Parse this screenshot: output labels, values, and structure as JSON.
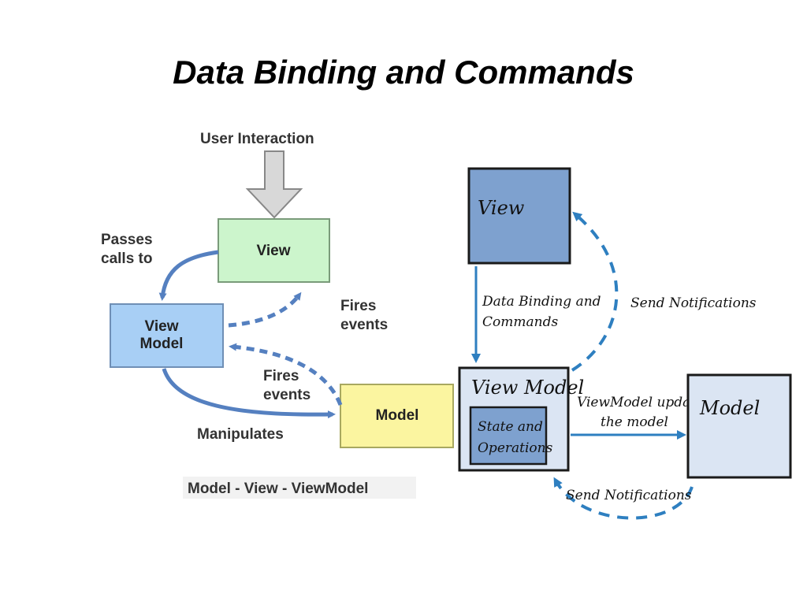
{
  "title": "Data Binding and Commands",
  "left_diagram": {
    "caption": "Model - View - ViewModel",
    "user_interaction": "User Interaction",
    "view": "View",
    "viewmodel_line1": "View",
    "viewmodel_line2": "Model",
    "model": "Model",
    "passes_calls_line1": "Passes",
    "passes_calls_line2": "calls to",
    "fires_events_1_line1": "Fires",
    "fires_events_1_line2": "events",
    "fires_events_2_line1": "Fires",
    "fires_events_2_line2": "events",
    "manipulates": "Manipulates",
    "colors": {
      "view": "#ccf5cc",
      "viewmodel": "#a8cff5",
      "model": "#fbf5a0",
      "arrow": "#5580c0"
    }
  },
  "right_diagram": {
    "view": "View",
    "viewmodel": "View Model",
    "state_line1": "State and",
    "state_line2": "Operations",
    "model": "Model",
    "binding_line1": "Data Binding and",
    "binding_line2": "Commands",
    "send_notifications_top": "Send Notifications",
    "updates_line1": "ViewModel updates",
    "updates_line2": "the model",
    "send_notifications_bottom": "Send Notifications",
    "colors": {
      "view": "#7ea1cf",
      "viewmodel": "#dbe5f3",
      "state": "#7ea1cf",
      "model": "#dbe5f3",
      "arrow": "#2e7fc0"
    }
  }
}
